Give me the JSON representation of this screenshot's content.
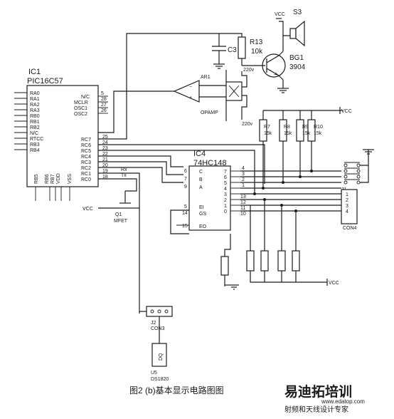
{
  "caption": "图2 (b)基本显示电路图图",
  "watermark": {
    "line1": "易迪拓培训",
    "line2": "射频和天线设计专家",
    "url": "www.edatop.com"
  },
  "power": {
    "vcc": "VCC"
  },
  "ic1": {
    "ref": "IC1",
    "part": "PIC16C57",
    "left_pins": [
      "RA0",
      "RA1",
      "RA2",
      "RA3",
      "RB0",
      "RB1",
      "RB2",
      "N/C",
      "RTCC",
      "RB3",
      "RB4"
    ],
    "right_pins_top": [
      "N/C",
      "MCLR",
      "OSC1",
      "OSC2"
    ],
    "right_pins_top_nums": [
      "5",
      "28",
      "27",
      "26"
    ],
    "right_pins": [
      "RC7",
      "RC6",
      "RC5",
      "RC4",
      "RC3",
      "RC2",
      "RC1",
      "RC0"
    ],
    "right_pin_nums": [
      "25",
      "24",
      "23",
      "22",
      "21",
      "20",
      "19",
      "18"
    ],
    "bottom_pins": [
      "RB5",
      "RB6",
      "RB7",
      "VDD",
      "VSS"
    ]
  },
  "ic4": {
    "ref": "IC4",
    "part": "74HC148",
    "left_pins": [
      "C",
      "B",
      "A",
      "EI",
      "GS",
      "EO"
    ],
    "left_pin_nums": [
      "6",
      "7",
      "9",
      "5",
      "14",
      "15"
    ],
    "right_pins": [
      "7",
      "6",
      "5",
      "4",
      "3",
      "2",
      "1",
      "0"
    ],
    "right_pin_nums": [
      "4",
      "3",
      "2",
      "1",
      "13",
      "12",
      "11",
      "10"
    ]
  },
  "r13": {
    "ref": "R13",
    "value": "10k"
  },
  "c3": {
    "ref": "C3"
  },
  "bg1": {
    "ref": "BG1",
    "part": "3904"
  },
  "s3": {
    "ref": "S3"
  },
  "ar1": {
    "ref": "AR1",
    "part": "OPAMP",
    "supply": "220v"
  },
  "resistors": [
    {
      "ref": "R7",
      "value": "15k"
    },
    {
      "ref": "R8",
      "value": "15k"
    },
    {
      "ref": "R9",
      "value": "15k"
    },
    {
      "ref": "R10",
      "value": "15k"
    }
  ],
  "j1": {
    "ref": "J1",
    "part": "CON4",
    "pins": [
      "1",
      "2",
      "3",
      "4"
    ]
  },
  "q1": {
    "ref": "Q1",
    "part": "MFET"
  },
  "j2": {
    "ref": "J2",
    "part": "CON3"
  },
  "u5": {
    "ref": "U5",
    "part": "DS1820",
    "pin": "DQ"
  },
  "signals": {
    "rx": "Rx",
    "tx": "Tx"
  }
}
